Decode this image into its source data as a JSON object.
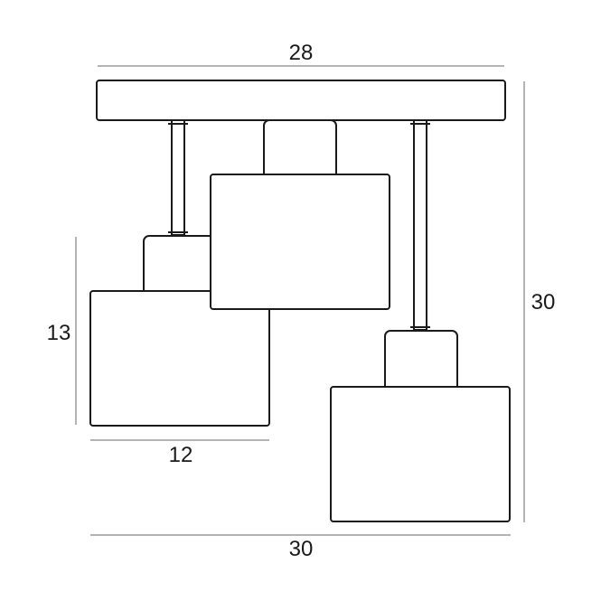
{
  "dimensions": {
    "top_width": "28",
    "height": "30",
    "shade_height": "13",
    "shade_width": "12",
    "bottom_width": "30"
  },
  "colors": {
    "line": "#1a1a1a",
    "dim_line": "#6a6a6a",
    "background": "#ffffff"
  }
}
